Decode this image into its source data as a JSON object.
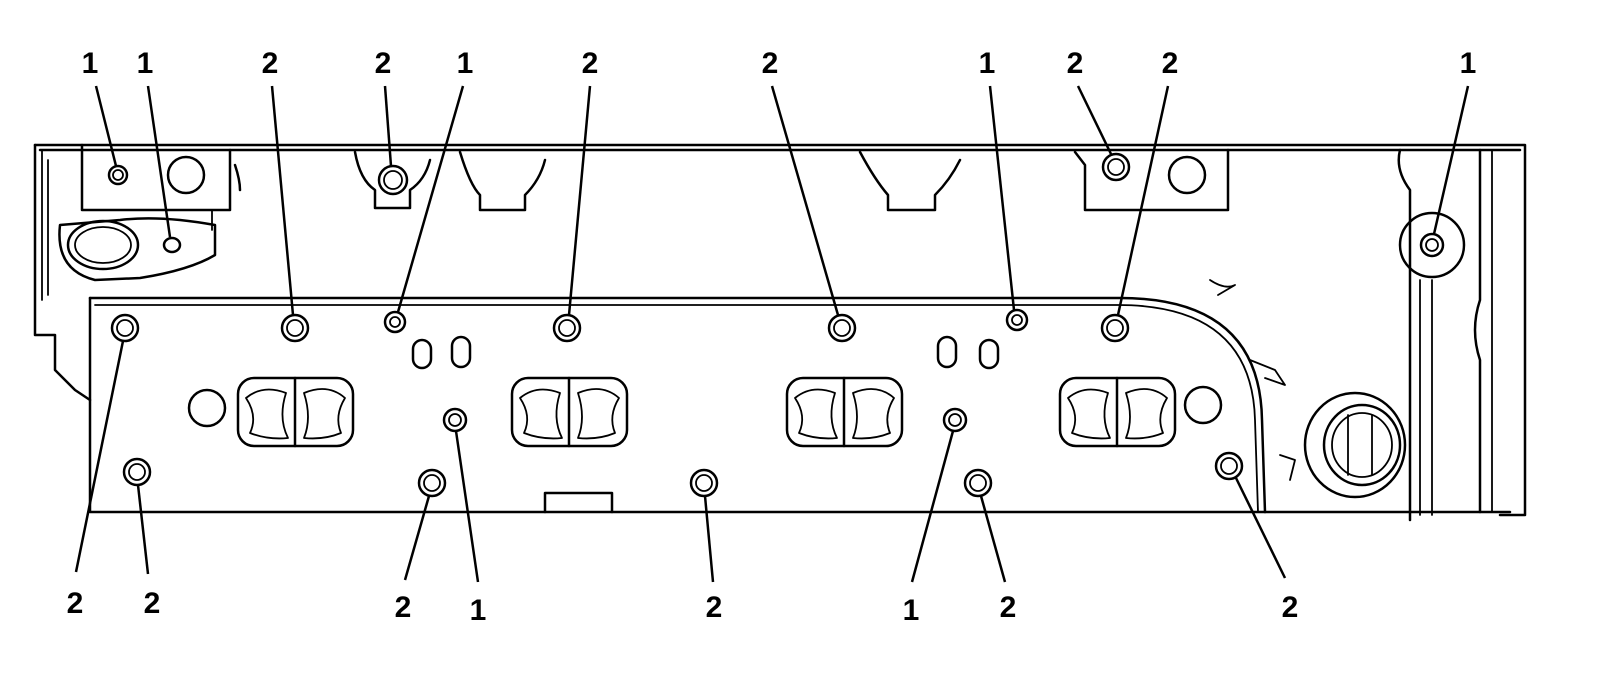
{
  "callout_labels": {
    "top": [
      "1",
      "1",
      "2",
      "2",
      "1",
      "2",
      "2",
      "1",
      "2",
      "2",
      "1"
    ],
    "bottom": [
      "2",
      "2",
      "2",
      "1",
      "2",
      "1",
      "2",
      "2"
    ]
  }
}
